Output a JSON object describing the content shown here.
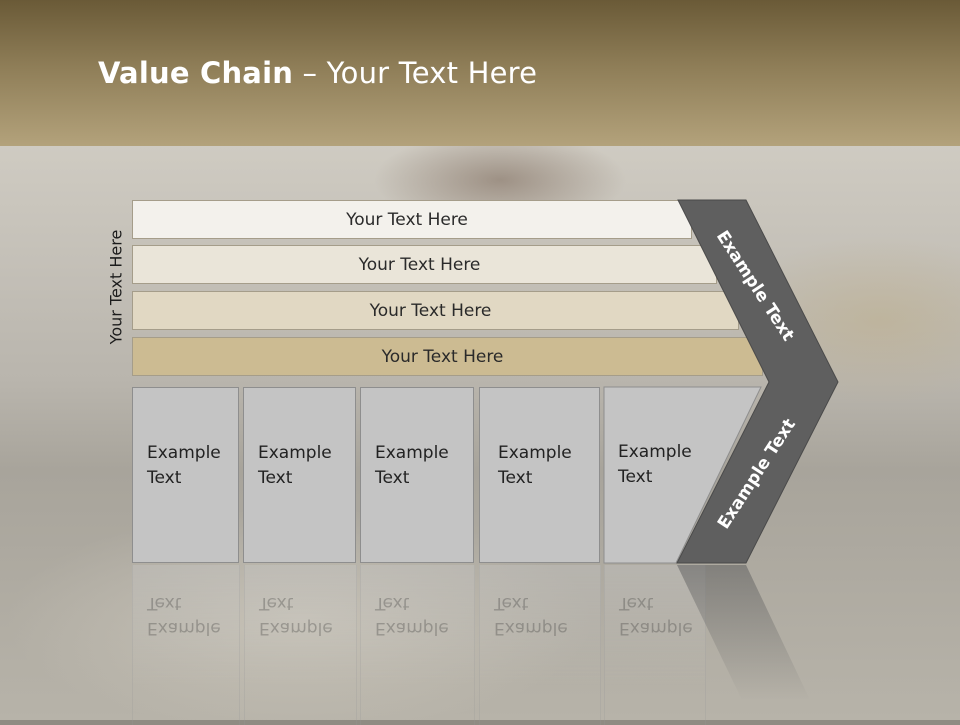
{
  "slide": {
    "title_bold": "Value Chain",
    "title_rest": " – Your Text Here",
    "side_label": "Your Text Here"
  },
  "support_activities": [
    {
      "label": "Your Text Here",
      "color": "#f3f1ec"
    },
    {
      "label": "Your Text Here",
      "color": "#eae5d9"
    },
    {
      "label": "Your Text Here",
      "color": "#e1d8c3"
    },
    {
      "label": "Your Text Here",
      "color": "#ccbb92"
    }
  ],
  "primary_activities": [
    {
      "line1": "Example",
      "line2": "Text"
    },
    {
      "line1": "Example",
      "line2": "Text"
    },
    {
      "line1": "Example",
      "line2": "Text"
    },
    {
      "line1": "Example",
      "line2": "Text"
    },
    {
      "line1": "Example",
      "line2": "Text"
    }
  ],
  "margin_arrow": {
    "upper_label": "Example Text",
    "lower_label": "Example Text",
    "color": "#5f5f5f"
  },
  "colors": {
    "header": "#8e7d57",
    "column_fill": "#c4c4c4"
  }
}
